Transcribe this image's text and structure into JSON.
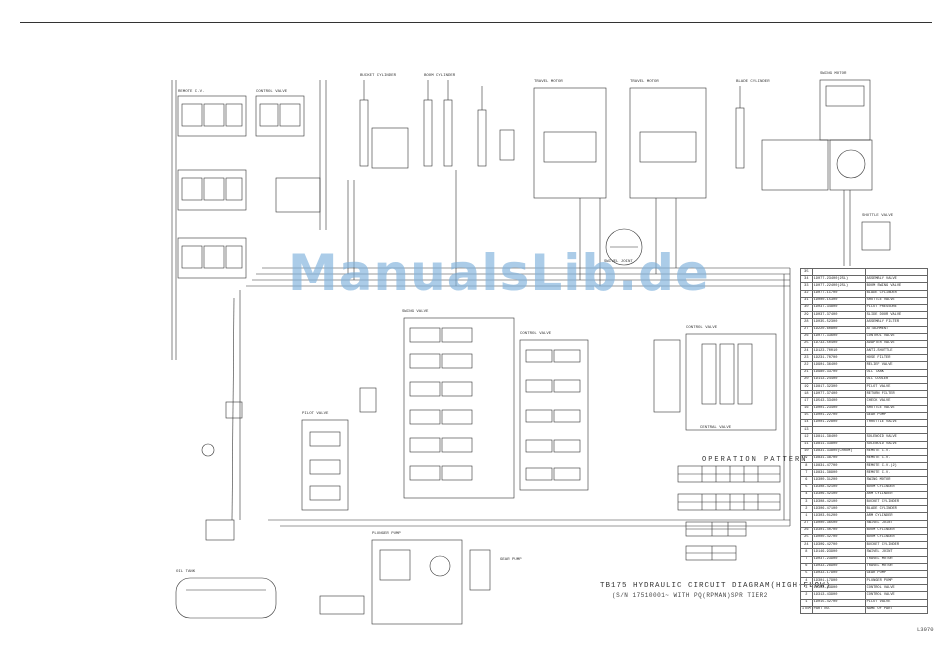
{
  "diagram": {
    "title": "TB175 HYDRAULIC CIRCUIT DIAGRAM(HIGH-FLOW)",
    "subtitle": "(S/N 17510001~ WITH PQ(RPMAN)SPR TIER2",
    "operation_pattern_label": "OPERATION PATTERN",
    "watermark": "ManualsLib.de",
    "footer_code": "L3070"
  },
  "parts_table": {
    "rows": [
      {
        "no": "35",
        "part": "",
        "name": ""
      },
      {
        "no": "34",
        "part": "19077-23400(2SL)",
        "name": "ASSEMBLY VALVE"
      },
      {
        "no": "33",
        "part": "19077-22400(2SL)",
        "name": "BOOM SWING VALVE"
      },
      {
        "no": "32",
        "part": "19077-11700",
        "name": "BLADE CYLINDER"
      },
      {
        "no": "31",
        "part": "19000-15300",
        "name": "SHUTTLE VALVE"
      },
      {
        "no": "30",
        "part": "19037-34800",
        "name": "PILOT PRESSURE"
      },
      {
        "no": "29",
        "part": "19037-37400",
        "name": "SLIDE DOOR VALVE"
      },
      {
        "no": "28",
        "part": "19035-52300",
        "name": "ASSEMBLY FILTER"
      },
      {
        "no": "27",
        "part": "19220-60800",
        "name": "ATTACHMENT"
      },
      {
        "no": "26",
        "part": "19077-33600",
        "name": "CONTROL VALVE"
      },
      {
        "no": "25",
        "part": "19733-50400",
        "name": "ADAPTER VALVE"
      },
      {
        "no": "24",
        "part": "19123-70010",
        "name": "ANTI-SHUTTLE"
      },
      {
        "no": "23",
        "part": "19231-70700",
        "name": "HOSE FILTER"
      },
      {
        "no": "22",
        "part": "19901-36400",
        "name": "RELIEF VALVE"
      },
      {
        "no": "21",
        "part": "19980-33700",
        "name": "OIL TANK"
      },
      {
        "no": "20",
        "part": "19113-24400",
        "name": "OIL COOLER"
      },
      {
        "no": "19",
        "part": "19817-32300",
        "name": "PILOT VALVE"
      },
      {
        "no": "18",
        "part": "19077-37400",
        "name": "RETURN FILTER"
      },
      {
        "no": "17",
        "part": "19543-33400",
        "name": "CHECK VALVE"
      },
      {
        "no": "16",
        "part": "19001-23400",
        "name": "SHUTTLE VALVE"
      },
      {
        "no": "15",
        "part": "19001-22700",
        "name": "GEAR PUMP"
      },
      {
        "no": "14",
        "part": "19001-22800",
        "name": "THROTTLE VALVE"
      },
      {
        "no": "13",
        "part": "",
        "name": ""
      },
      {
        "no": "12",
        "part": "19811-38400",
        "name": "SOLENOID VALVE"
      },
      {
        "no": "11",
        "part": "19811-33800",
        "name": "SOLENOID VALVE"
      },
      {
        "no": "10",
        "part": "19831-33800(CHROM)",
        "name": "REMOTE C.V."
      },
      {
        "no": "9",
        "part": "19831-38700",
        "name": "REMOTE C.V."
      },
      {
        "no": "8",
        "part": "19831-47700",
        "name": "REMOTE C.V.(2)"
      },
      {
        "no": "7",
        "part": "19831-38900",
        "name": "REMOTE C.V."
      },
      {
        "no": "6",
        "part": "19300-31200",
        "name": "SWING MOTOR"
      },
      {
        "no": "5",
        "part": "19308-42100",
        "name": "BOOM CYLINDER"
      },
      {
        "no": "4",
        "part": "19306-42100",
        "name": "ARM CYLINDER"
      },
      {
        "no": "3",
        "part": "19308-42100",
        "name": "BUCKET CYLINDER"
      },
      {
        "no": "2",
        "part": "19306-47100",
        "name": "BLADE CYLINDER"
      },
      {
        "no": "1",
        "part": "19303-01200",
        "name": "ARM CYLINDER"
      },
      {
        "no": "27",
        "part": "19000-36500",
        "name": "SWIVEL JOINT"
      },
      {
        "no": "26",
        "part": "19301-40700",
        "name": "BOOM CYLINDER"
      },
      {
        "no": "25",
        "part": "19000-42700",
        "name": "BOOM CYLINDER"
      },
      {
        "no": "24",
        "part": "19309-42700",
        "name": "BUCKET CYLINDER"
      },
      {
        "no": "8",
        "part": "19146-93900",
        "name": "SWIVEL JOINT"
      },
      {
        "no": "7",
        "part": "19037-23900",
        "name": "TRAVEL MOTOR"
      },
      {
        "no": "6",
        "part": "19033-28900",
        "name": "TRAVEL MOTOR"
      },
      {
        "no": "5",
        "part": "19033-17900",
        "name": "GEAR PUMP"
      },
      {
        "no": "4",
        "part": "19301-17900",
        "name": "PLUNGER PUMP"
      },
      {
        "no": "3",
        "part": "19303-43900",
        "name": "CONTROL VALVE"
      },
      {
        "no": "2",
        "part": "19313-43900",
        "name": "CONTROL VALVE"
      },
      {
        "no": "1",
        "part": "19015-42700",
        "name": "PILOT VALVE"
      },
      {
        "no": "ITEM",
        "part": "PART NO.",
        "name": "NAME OF PART"
      }
    ]
  }
}
